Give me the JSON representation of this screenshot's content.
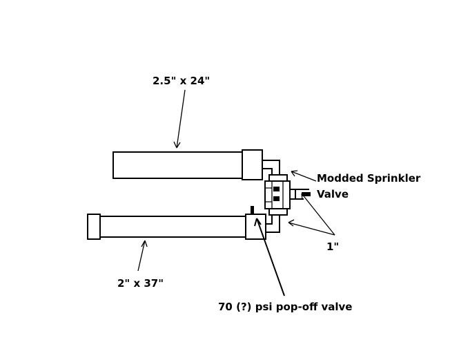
{
  "labels": {
    "upper_pipe": "2.5\" x 24\"",
    "lower_pipe": "2\" x 37\"",
    "valve_line1": "Modded Sprinkler",
    "valve_line2": "Valve",
    "fitting_size": "1\"",
    "popoff_valve": "70 (?) psi pop-off valve"
  },
  "colors": {
    "line": "#000000",
    "background": "#ffffff"
  }
}
